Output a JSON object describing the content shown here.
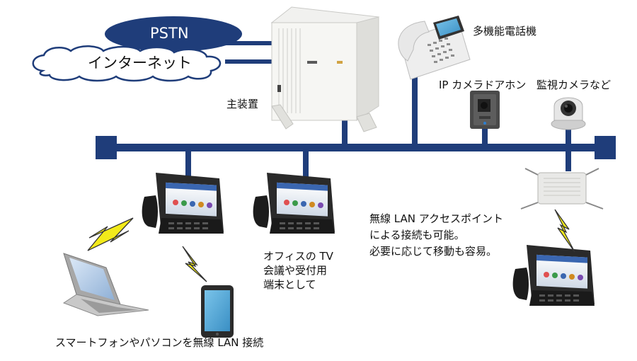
{
  "clouds": {
    "pstn": "PSTN",
    "internet": "インターネット"
  },
  "labels": {
    "main_unit": "主装置",
    "multifunction_phone": "多機能電話機",
    "ip_camera_intercom": "IP カメラドアホン",
    "surveillance_camera": "監視カメラなど",
    "office_tv": [
      "オフィスの TV",
      "会議や受付用",
      "端末として"
    ],
    "wireless_ap": [
      "無線 LAN アクセスポイント",
      "による接続も可能。",
      "必要に応じて移動も容易。"
    ],
    "smartphone_pc": "スマートフォンやパソコンを無線 LAN 接続"
  },
  "colors": {
    "network_line": "#1f3d7a",
    "pstn_cloud": "#1f3d7a",
    "lightning": "#f2ea1a"
  }
}
